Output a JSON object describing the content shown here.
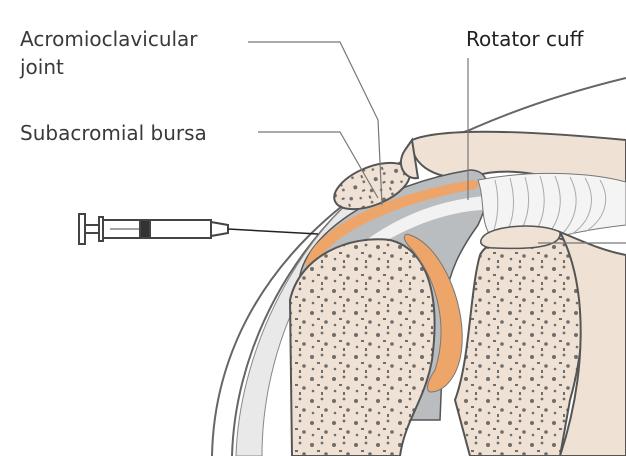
{
  "labels": {
    "ac_joint_line1": "Acromioclavicular",
    "ac_joint_line2": "joint",
    "rotator_cuff": "Rotator cuff",
    "subacromial_bursa": "Subacromial bursa"
  },
  "colors": {
    "bone": "#efe1d3",
    "bursa_fluid": "#babdc0",
    "bursa": "#eda56a",
    "cartilage": "#f2f2f2",
    "outline": "#555555"
  }
}
